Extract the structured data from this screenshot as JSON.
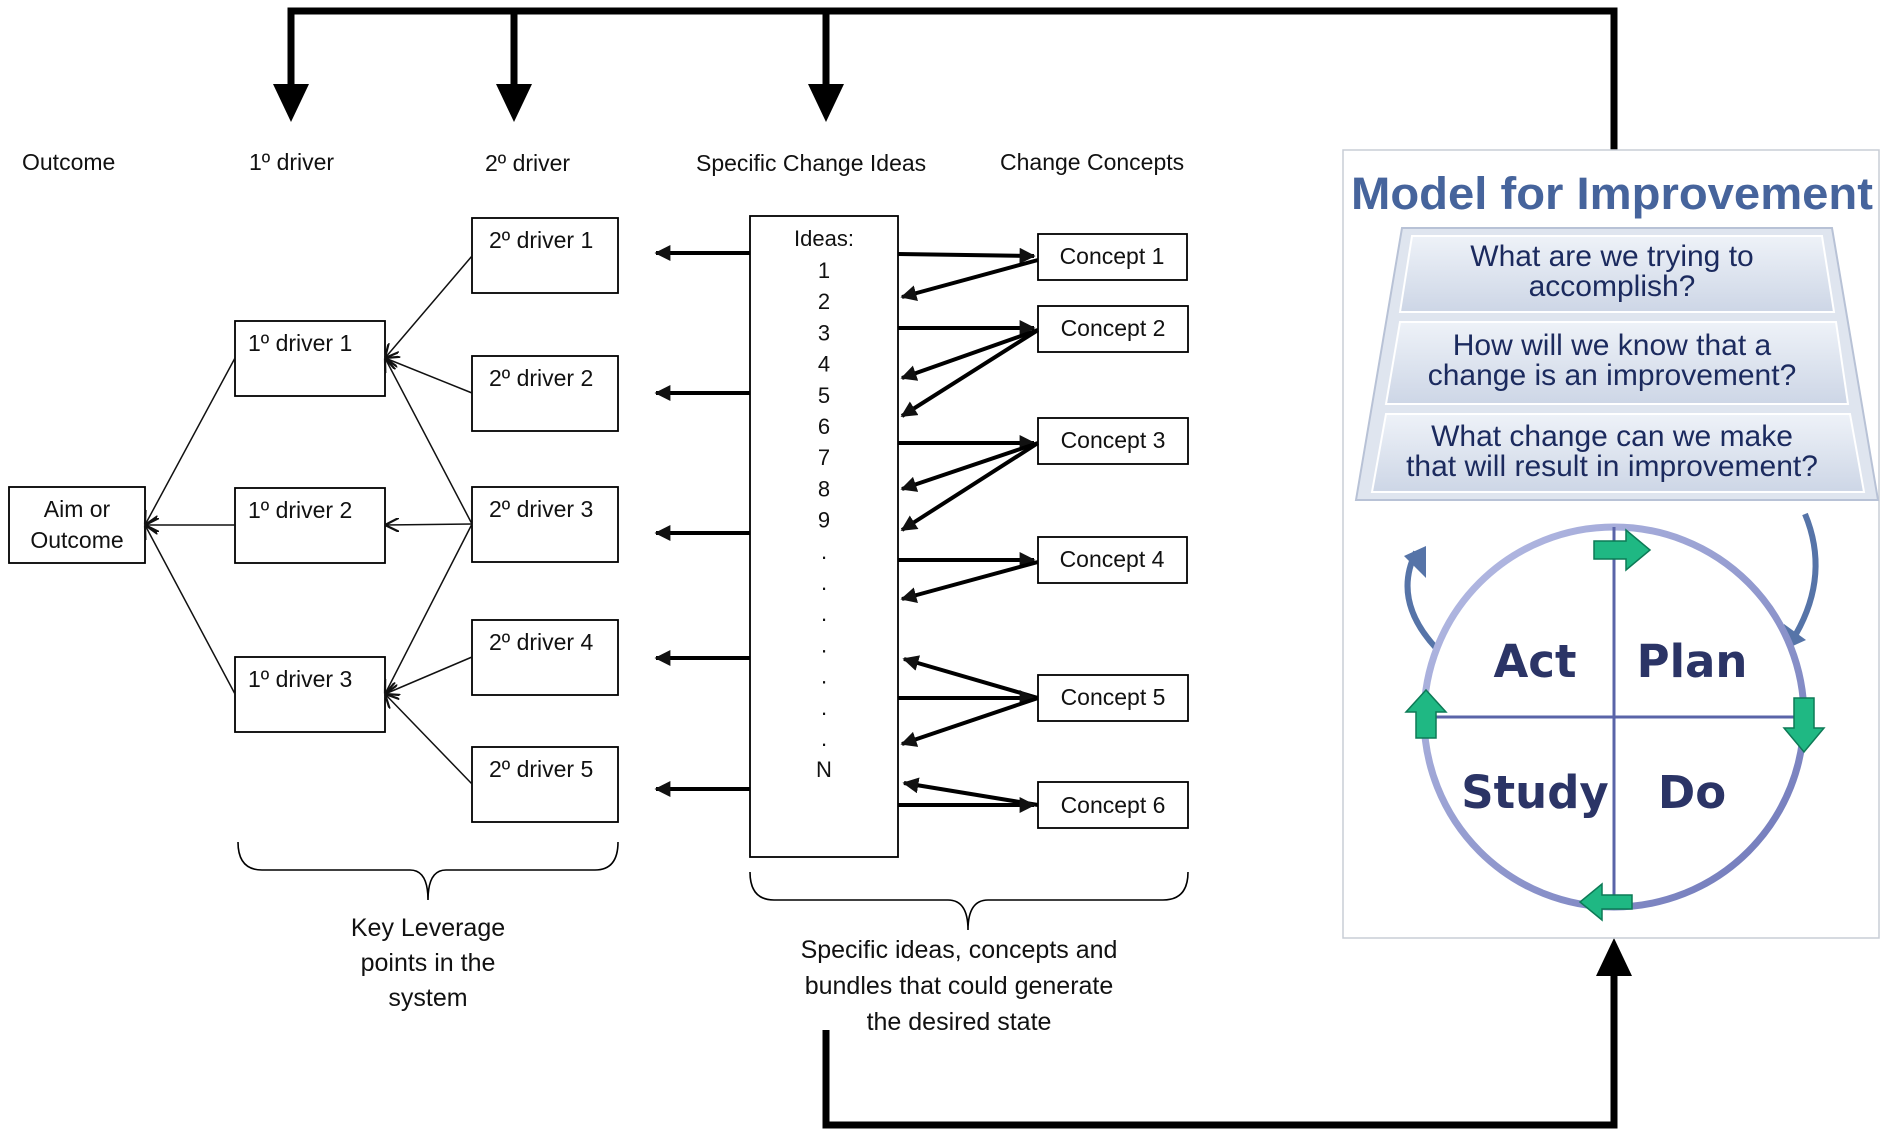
{
  "headers": {
    "outcome": "Outcome",
    "primary": "1º driver",
    "secondary": "2º driver",
    "ideas": "Specific Change Ideas",
    "concepts": "Change Concepts"
  },
  "aim": [
    "Aim or",
    "Outcome"
  ],
  "primary_drivers": [
    "1º driver 1",
    "1º driver 2",
    "1º driver 3"
  ],
  "secondary_drivers": [
    "2º driver 1",
    "2º driver 2",
    "2º driver 3",
    "2º driver 4",
    "2º driver 5"
  ],
  "ideas": {
    "label": "Ideas:",
    "items": [
      "1",
      "2",
      "3",
      "4",
      "5",
      "6",
      "7",
      "8",
      "9",
      ".",
      ".",
      ".",
      ".",
      ".",
      ".",
      ".",
      "N"
    ]
  },
  "concepts": [
    "Concept 1",
    "Concept 2",
    "Concept 3",
    "Concept 4",
    "Concept 5",
    "Concept 6"
  ],
  "notes": {
    "leverage": [
      "Key Leverage",
      "points in the",
      "system"
    ],
    "bundles": [
      "Specific ideas, concepts and",
      "bundles that could generate",
      "the desired state"
    ]
  },
  "model": {
    "title": "Model for Improvement",
    "questions": [
      [
        "What are we trying to",
        "accomplish?"
      ],
      [
        "How will we know that a",
        "change is an improvement?"
      ],
      [
        "What change can we make",
        "that will result in improvement?"
      ]
    ],
    "cycle": [
      "Act",
      "Plan",
      "Study",
      "Do"
    ]
  },
  "colors": {
    "title": "#46649c",
    "question_text": "#1b2a5e",
    "pdsa_text": "#2b3466",
    "cycle_arrow": "#1fb883",
    "ring": "#8890c8"
  }
}
